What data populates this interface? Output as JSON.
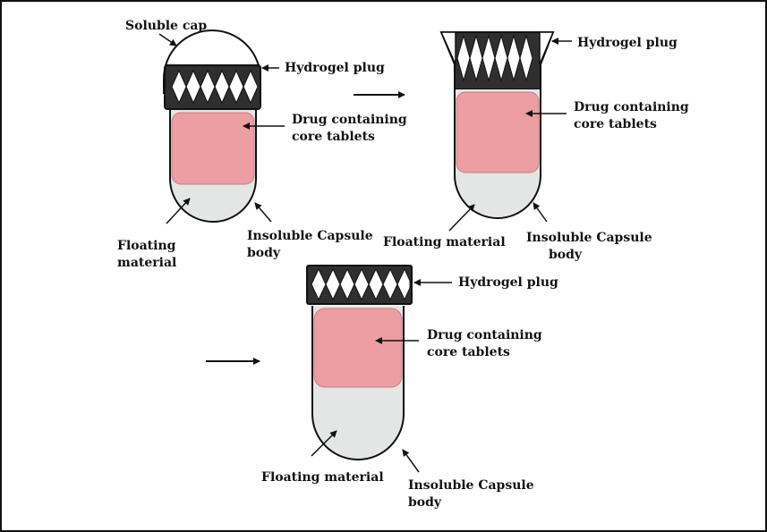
{
  "colors": {
    "tablet": "#ec9ea3",
    "floating": "#e4e6e6",
    "plug_bg": "#2f2f2f",
    "outline": "#111111"
  },
  "labels": {
    "soluble_cap": "Soluble cap",
    "hydrogel_plug": "Hydrogel plug",
    "drug_line1": "Drug containing",
    "drug_line2": "core tablets",
    "floating_line1": "Floating",
    "floating_line2": "material",
    "floating_single": "Floating material",
    "insoluble_line1": "Insoluble Capsule",
    "insoluble_line2": "body"
  }
}
